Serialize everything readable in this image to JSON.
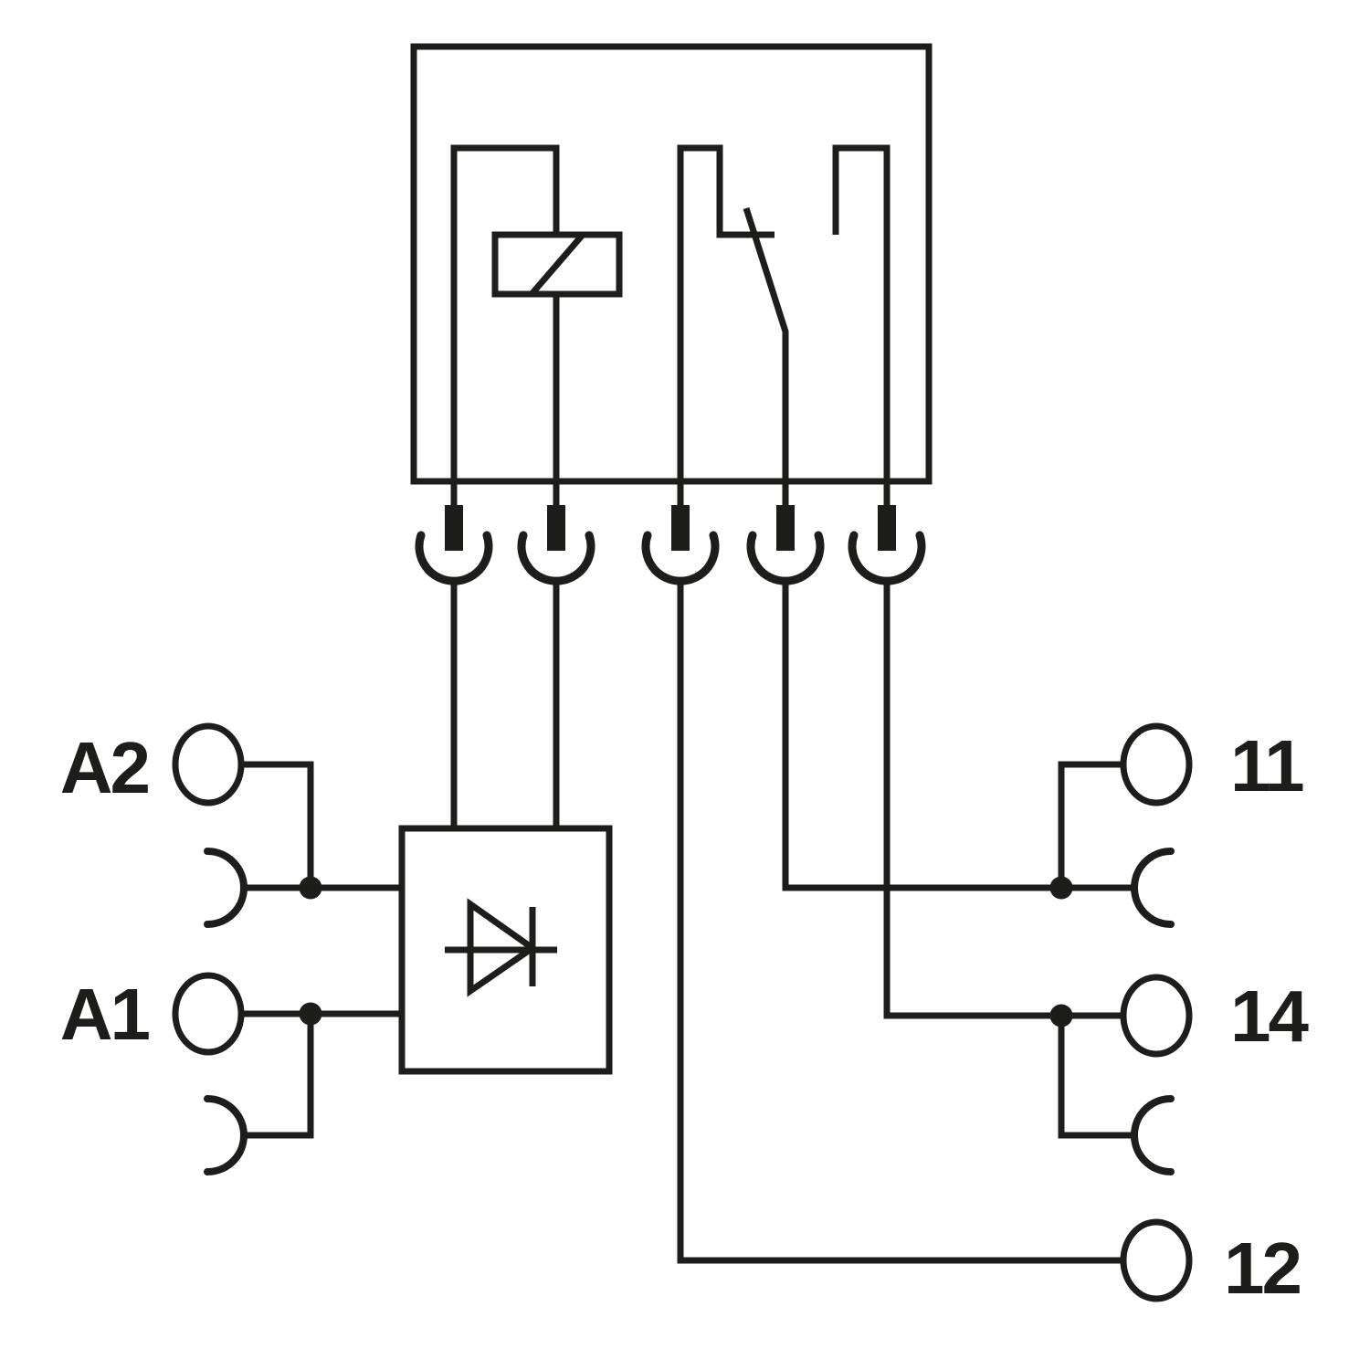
{
  "diagram": {
    "colors": {
      "ink": "#1d1d1b",
      "background": "#ffffff"
    },
    "terminals": {
      "left": [
        {
          "label": "A2"
        },
        {
          "label": "A1"
        }
      ],
      "right": [
        {
          "label": "11"
        },
        {
          "label": "14"
        },
        {
          "label": "12"
        }
      ]
    },
    "plug_pin_count": 5,
    "junction_dot_count": 4,
    "icons": {
      "coil": "relay-coil-icon",
      "contact": "relay-contact-icon",
      "diode": "protection-diode-icon",
      "plug_pin": "plug-pin-icon",
      "plug_socket": "plug-socket-icon",
      "screw_terminal": "screw-terminal-icon",
      "junction": "junction-dot-icon"
    }
  }
}
